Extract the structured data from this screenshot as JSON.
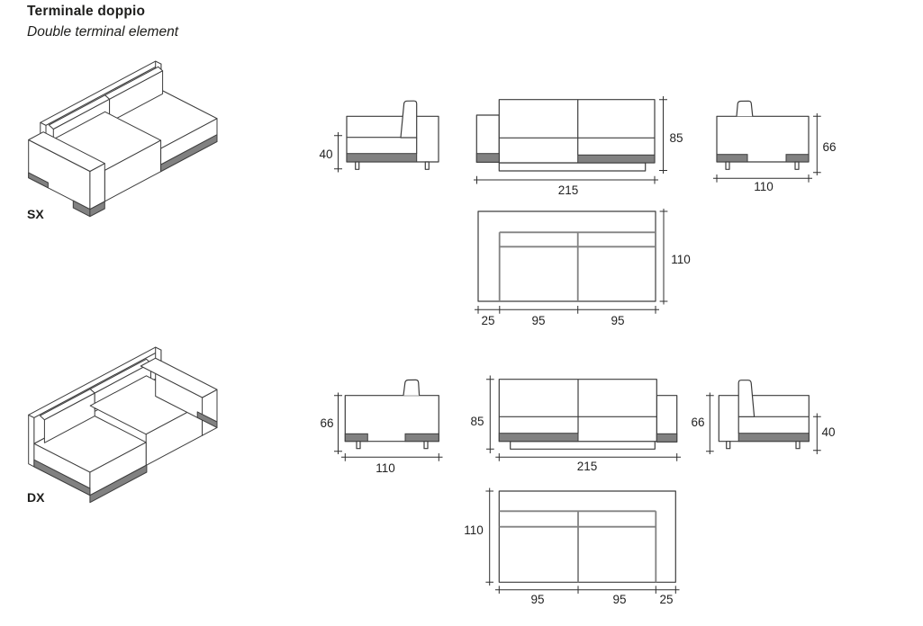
{
  "page": {
    "title": "Terminale doppio",
    "subtitle": "Double terminal element"
  },
  "colors": {
    "line": "#3d3d3d",
    "plan_inner_line": "#828282",
    "base_strip_fill": "#818181",
    "text": "#1d1d1b"
  },
  "sx": {
    "label": "SX",
    "side_view": {
      "seat_height": "40"
    },
    "front_view": {
      "height": "85",
      "width": "215"
    },
    "end_view": {
      "height": "66",
      "depth": "110"
    },
    "plan_view": {
      "depth": "110",
      "arm_width": "25",
      "seat_width_1": "95",
      "seat_width_2": "95"
    }
  },
  "dx": {
    "label": "DX",
    "end_view": {
      "height": "66",
      "depth": "110"
    },
    "front_view": {
      "height": "85",
      "width": "215"
    },
    "side_view": {
      "height": "66",
      "seat_height": "40"
    },
    "plan_view": {
      "depth": "110",
      "seat_width_1": "95",
      "seat_width_2": "95",
      "arm_width": "25"
    }
  }
}
